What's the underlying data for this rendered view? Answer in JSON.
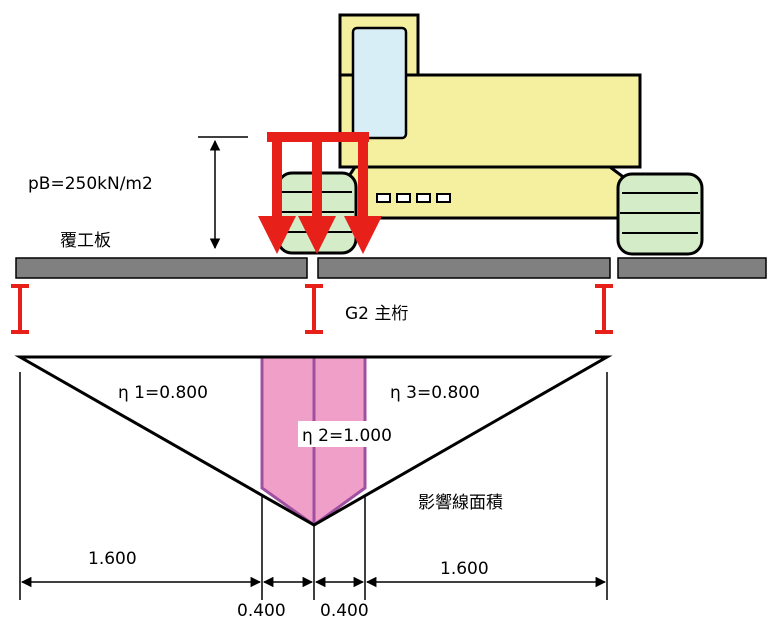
{
  "labels": {
    "load": "pB=250kN/m2",
    "deck_plate": "覆工板",
    "girder": "G2 主桁",
    "eta1": "η 1=0.800",
    "eta2": "η 2=1.000",
    "eta3": "η 3=0.800",
    "influence_area": "影響線面積"
  },
  "dimensions": {
    "left": "1.600",
    "center_left": "0.400",
    "center_right": "0.400",
    "right": "1.600"
  },
  "colors": {
    "excavator_body": "#f5f0a0",
    "cab_window": "#d8eef6",
    "track_fill": "#d4ecc8",
    "load_arrows": "#e8201a",
    "influence_area": "#f0a0c8",
    "influence_edge": "#a050a0",
    "girder_marker": "#e8201a",
    "deck_plate": "#808080"
  }
}
